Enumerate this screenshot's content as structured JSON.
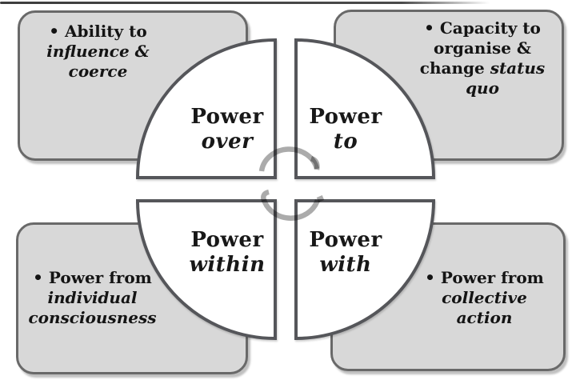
{
  "colors": {
    "background": "#ffffff",
    "box_fill": "#d8d8d8",
    "box_border": "#696969",
    "wedge_fill": "#ffffff",
    "wedge_border": "#55565a",
    "cycle_arrow_gray": "#ababab",
    "text": "#141414"
  },
  "quadrants": {
    "top_left": {
      "title": "Power",
      "qualifier": "over"
    },
    "top_right": {
      "title": "Power",
      "qualifier": "to"
    },
    "bottom_left": {
      "title": "Power",
      "qualifier": "within"
    },
    "bottom_right": {
      "title": "Power",
      "qualifier": "with"
    }
  },
  "callouts": {
    "top_left": {
      "lines": [
        {
          "b": "• Ability to"
        },
        {
          "i": "influence &"
        },
        {
          "i": "coerce"
        }
      ]
    },
    "top_right": {
      "lines": [
        {
          "b": "• Capacity to"
        },
        {
          "b": "organise &"
        },
        {
          "b": "change ",
          "i": "status"
        },
        {
          "i": "quo"
        }
      ]
    },
    "bottom_left": {
      "lines": [
        {
          "b": "• Power from"
        },
        {
          "i": "individual"
        },
        {
          "i": "consciousness"
        }
      ]
    },
    "bottom_right": {
      "lines": [
        {
          "b": "• Power from"
        },
        {
          "i": "collective"
        },
        {
          "i": "action"
        }
      ]
    }
  },
  "icons": {
    "center": "cycle-arrows-icon"
  }
}
